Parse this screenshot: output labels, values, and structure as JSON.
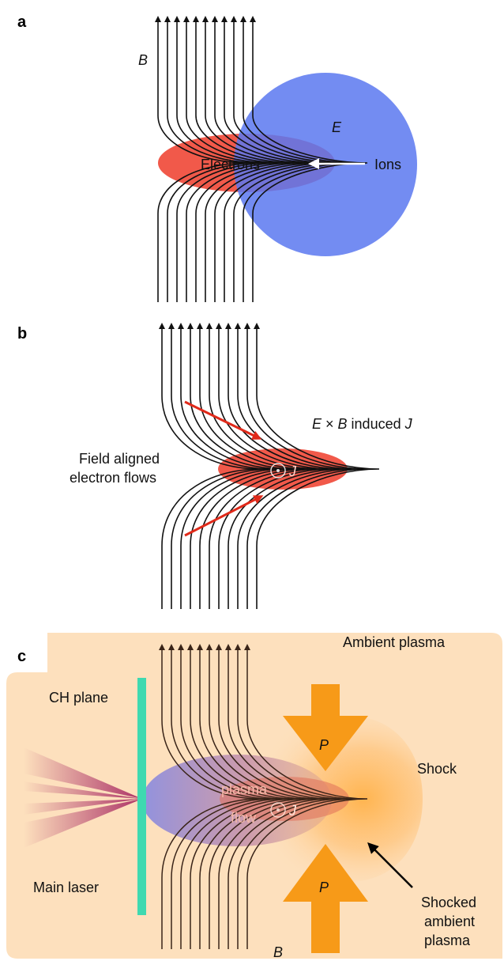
{
  "panels": {
    "a": {
      "letter": "a",
      "b_label": "B",
      "e_label": "E",
      "electrons_label": "Electrons",
      "ions_label": "Ions"
    },
    "b": {
      "letter": "b",
      "field_aligned_line1": "Field aligned",
      "field_aligned_line2": "electron flows",
      "exb_e": "E",
      "exb_times": " × ",
      "exb_b": "B",
      "exb_induced": " induced ",
      "exb_j": "J",
      "j_label": "J"
    },
    "c": {
      "letter": "c",
      "ambient_plasma": "Ambient plasma",
      "ch_plane": "CH plane",
      "shock": "Shock",
      "main_laser": "Main laser",
      "p_top": "P",
      "p_bottom": "P",
      "plasma_flow_line1": "plasma",
      "plasma_flow_line2": "flow",
      "j_label": "J",
      "shocked_line1": "Shocked",
      "shocked_line2": "ambient",
      "shocked_line3": "plasma",
      "b_label": "B"
    }
  },
  "colors": {
    "electrons": "#f05040",
    "ions": "#5a78f0",
    "background_c": "#fde0bd",
    "ch_plane": "#3fd9b0",
    "arrow_p": "#f79a18",
    "red_arrow": "#e02a1a",
    "laser": "#b0356a"
  }
}
